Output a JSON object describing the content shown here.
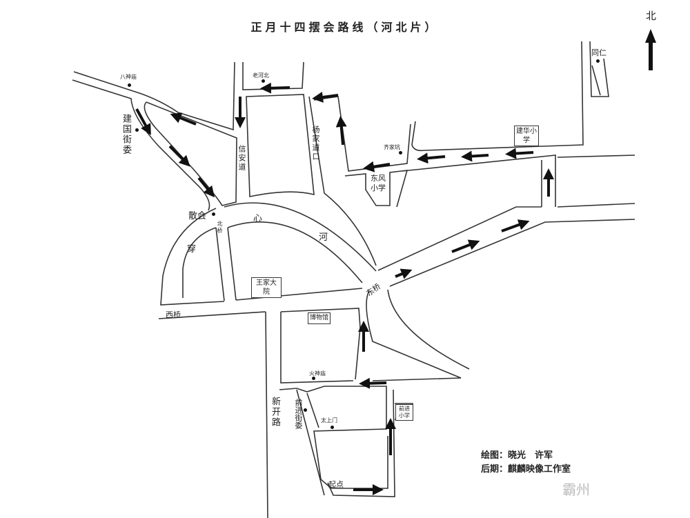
{
  "title": "正月十四摆会路线（河北片）",
  "north_label": "北",
  "colors": {
    "line": "#333333",
    "arrow": "#111111",
    "background": "#ffffff"
  },
  "labels": {
    "bashenmiao": "八神庙",
    "jianguo_jiewei": "建国街委",
    "laohebei": "老河北",
    "xinandao": "信安道",
    "yangjiadaokou": "杨家道口",
    "qijiakeng": "齐家坑",
    "dongfeng_school": "东风小学",
    "jianhua_school": "建华小学",
    "tongren": "同仁",
    "sanhui": "散会",
    "beiqiao": "北桥",
    "xin": "心",
    "he": "河",
    "chuan": "穿",
    "wangjia_dayuan": "王家大院",
    "xiqiao": "西桥",
    "dongqiao": "东桥",
    "museum": "博物馆",
    "huoshenmiao": "火神庙",
    "xinkailu": "新开路",
    "qianjin_jiewei": "前进街委",
    "taishangmen": "太上门",
    "qianjin_school": "前进小学",
    "start": "起点"
  },
  "credits": {
    "drawing": "绘图：晓光　许军",
    "post": "后期：麒麟映像工作室"
  },
  "watermark": "霸州"
}
